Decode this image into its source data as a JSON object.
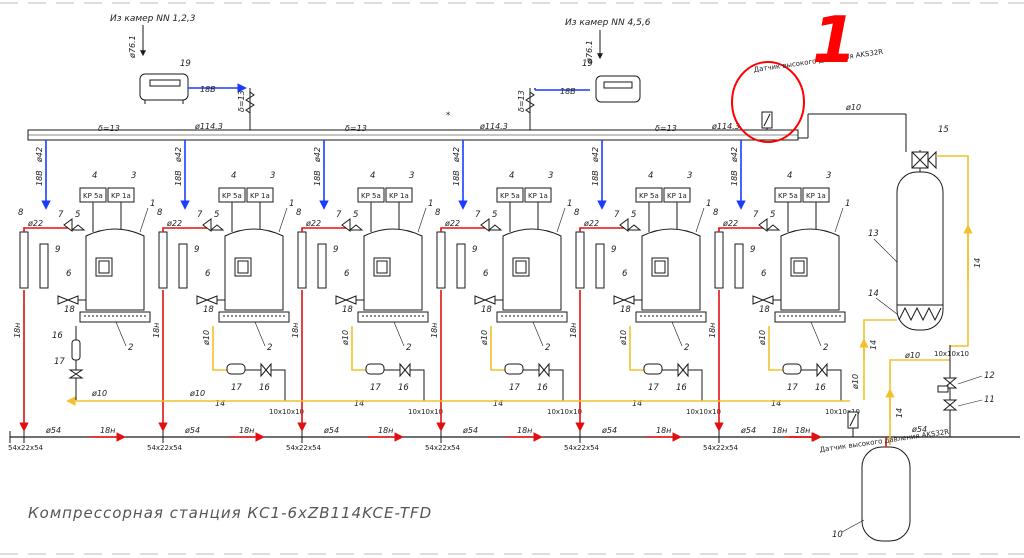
{
  "colors": {
    "line": "#1a1a1a",
    "suction_blue": "#1a3cff",
    "discharge_red": "#e01010",
    "liquid_yellow": "#f2c12e",
    "annotation_red": "#ff0000"
  },
  "header": {
    "source_left": "Из камер NN 1,2,3",
    "source_right": "Из камер NN 4,5,6"
  },
  "suction_header": {
    "dia1": "ø114.3",
    "dia2": "ø114.3",
    "dia3": "ø114.3",
    "wall1": "δ=13",
    "wall2": "δ=13",
    "wall3": "δ=13",
    "asterisk": "*"
  },
  "evaporator_units": {
    "tag": "19",
    "size_left": "ø76.1",
    "size_right": "ø76.1",
    "line_left": "18B",
    "line_right": "18B",
    "riser": "δ=13"
  },
  "compressor": {
    "drop_dia": "ø42",
    "suction_line": "18B",
    "discharge_dia": "ø22",
    "liquid_dia": "ø10",
    "box_lp": "KP 5a",
    "box_hp": "KP 1a",
    "tags": [
      "1",
      "2",
      "3",
      "4",
      "5",
      "6",
      "7",
      "8",
      "9",
      "16",
      "17",
      "18"
    ],
    "liquid_line": "14",
    "tee": "10x10x10",
    "discharge_label": "18н"
  },
  "receiver_block": {
    "sensor_top_text": "Датчик высокого давления AKS32R",
    "sensor_bottom_text": "Датчик высокого давления AKS32R",
    "line_dia": "ø10",
    "tags": [
      "10",
      "11",
      "12",
      "13",
      "14",
      "15"
    ],
    "liquid_label": "14",
    "tee": "10x10x10",
    "dia_54": "ø54",
    "dia_10": "ø10"
  },
  "discharge_header": {
    "dia": "ø54",
    "tee": "54x22x54",
    "line": "18н"
  },
  "annotation": {
    "number": "1"
  },
  "caption": "Компрессорная станция КС1-6xZB114KCE-TFD"
}
